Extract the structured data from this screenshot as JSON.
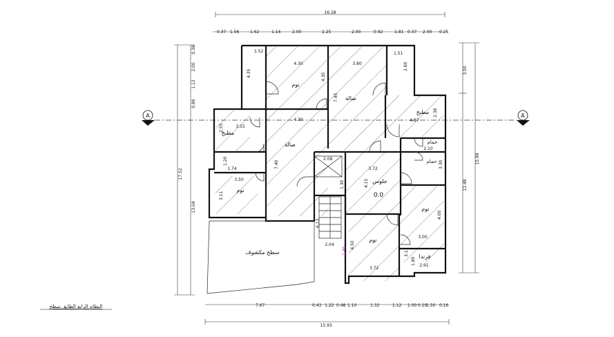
{
  "drawing": {
    "title": "النظام الرابع الطابق سطح",
    "section_marker": "A",
    "level": "0.0"
  },
  "top_dims": {
    "overall": "16.28",
    "segments": [
      "0.37",
      "1.56",
      "1.62",
      "1.14",
      "2.00",
      "2.25",
      "2.00",
      "0.92",
      "1.81",
      "0.37",
      "2.00",
      "0.25"
    ]
  },
  "bottom_dims": {
    "overall": "15.93",
    "segments": [
      "7.67",
      "0.43",
      "1.22",
      "0.48",
      "1.10",
      "1.32",
      "1.12",
      "1.00",
      "0.10",
      "1.50",
      "0.16"
    ]
  },
  "left_dims": {
    "overall": "17.52",
    "partial": "13.04",
    "segments": [
      "0.86",
      "1.12",
      "2.00",
      "0.38"
    ]
  },
  "right_dims": {
    "overall": "15.99",
    "partial": "12.48",
    "top": "3.50"
  },
  "rooms": [
    {
      "label": "نوم",
      "dim": "4.30"
    },
    {
      "label": "صالة",
      "dim": "3.80"
    },
    {
      "label": "مطبخ",
      "dim": "3.55"
    },
    {
      "label": "صالة",
      "dim": "4.30"
    },
    {
      "label": "مطبخ",
      "dim": "4.87"
    },
    {
      "label": "حمام",
      "dim": "2.10"
    },
    {
      "label": "حمام",
      "dim": "1.74"
    },
    {
      "label": "نوم",
      "dim": "3.50"
    },
    {
      "label": "جلوس",
      "dim": "3.72"
    },
    {
      "label": "نوم",
      "dim": "4.50"
    },
    {
      "label": "نوم",
      "dim": "3.00"
    },
    {
      "label": "فرندا",
      "dim": "2.91"
    },
    {
      "label": "سطح مكشوف",
      "dim": "2.04"
    }
  ],
  "inner_dims": [
    "1.52",
    "1.51",
    "4.35",
    "4.35",
    "7.45",
    "2.55",
    "7.40",
    "2.08",
    "1.20",
    "3.11",
    "1.30",
    "4.15",
    "3.72",
    "6.13",
    "4.00",
    "3.30",
    "1.80",
    "2.38",
    "2.60",
    "3.11",
    "1.46"
  ]
}
